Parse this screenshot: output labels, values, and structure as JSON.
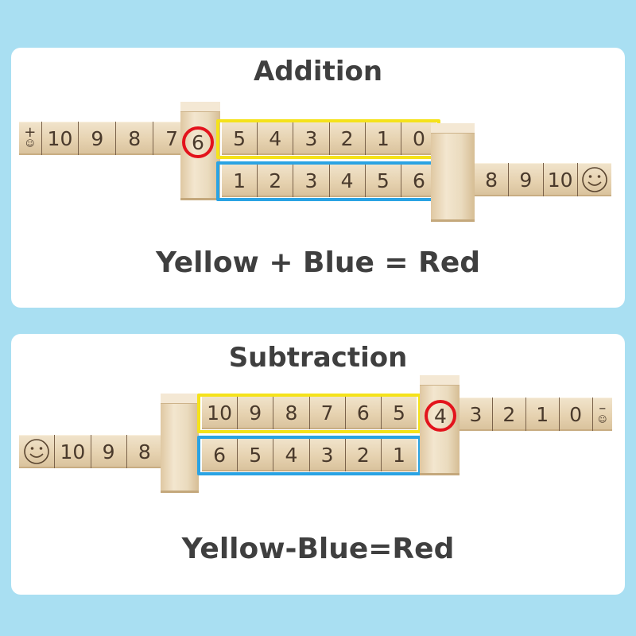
{
  "addition": {
    "title": "Addition",
    "equation": "Yellow + Blue = Red",
    "left_sign": "+",
    "left_strip": [
      "10",
      "9",
      "8",
      "7"
    ],
    "red_value": "6",
    "yellow_row": [
      "5",
      "4",
      "3",
      "2",
      "1",
      "0"
    ],
    "blue_row": [
      "1",
      "2",
      "3",
      "4",
      "5",
      "6"
    ],
    "right_strip": [
      "8",
      "9",
      "10"
    ]
  },
  "subtraction": {
    "title": "Subtraction",
    "equation": "Yellow-Blue=Red",
    "left_strip": [
      "10",
      "9",
      "8"
    ],
    "yellow_row": [
      "10",
      "9",
      "8",
      "7",
      "6",
      "5"
    ],
    "blue_row": [
      "6",
      "5",
      "4",
      "3",
      "2",
      "1"
    ],
    "red_value": "4",
    "right_strip": [
      "3",
      "2",
      "1",
      "0"
    ],
    "right_sign": "–"
  },
  "icons": {
    "smile": "smiley-face-icon"
  },
  "colors": {
    "yellow": "#f5e21a",
    "blue": "#2aa3e3",
    "red": "#e3131c",
    "background": "#a9dff2"
  }
}
